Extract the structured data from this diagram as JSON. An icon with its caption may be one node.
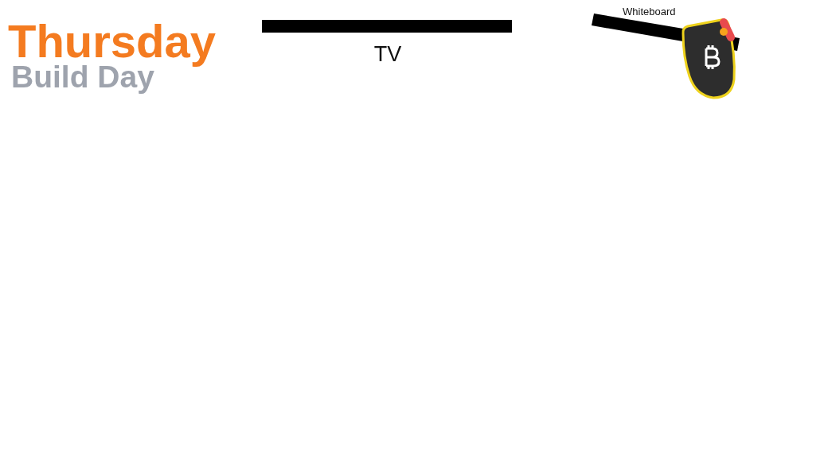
{
  "diagram": {
    "title": "Thursday",
    "nodes": [
      {
        "text": [],
        "shape": "bar",
        "beside": [
          "TV"
        ]
      },
      {
        "text": [],
        "shape": "bar",
        "beside": [
          "Whiteboard"
        ]
      }
    ],
    "labels": [
      "Build Day"
    ]
  }
}
